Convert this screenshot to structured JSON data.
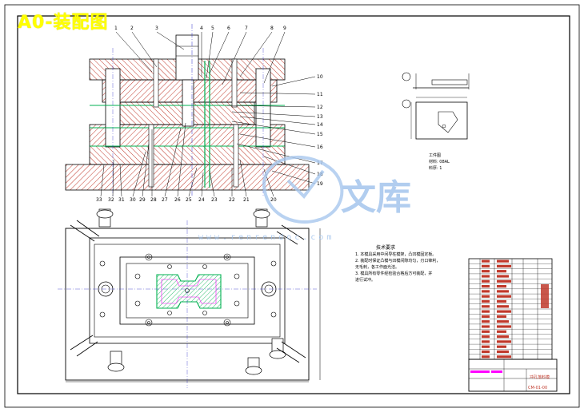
{
  "title": "A0-装配图",
  "watermark": {
    "text": "文库",
    "url": "www.renrendoc.com"
  },
  "notes": {
    "heading": "技术要求",
    "items": [
      "1. 本模具采用中间导柱模架，凸凹模固定板。",
      "2. 装配时保证凸模与凹模间隙均匀，刃口锋利，",
      "   无毛刺，各工作面光洁。",
      "3. 模具所有零件经检验合格后方可装配，并",
      "   进行试冲。"
    ]
  },
  "part_callouts": {
    "top": [
      "1",
      "2",
      "3",
      "4",
      "5",
      "6",
      "7",
      "8",
      "9"
    ],
    "right": [
      "10",
      "11",
      "12",
      "13",
      "14",
      "15",
      "16",
      "17",
      "18",
      "19"
    ],
    "bottom": [
      "33",
      "32",
      "31",
      "30",
      "29",
      "28",
      "27",
      "26",
      "25",
      "24",
      "23",
      "22",
      "21",
      "20"
    ]
  },
  "part_view": {
    "label": "工件图",
    "material": "材料: 08AL",
    "thickness": "料厚: 1"
  },
  "title_block": {
    "name": "冲孔落料模",
    "drawing_no": "CM-01-00"
  },
  "colors": {
    "title": "#ffff00",
    "hatch": "#c0392b",
    "guide": "#00b050",
    "accent": "#ff00ff",
    "axis": "#3333cc"
  }
}
